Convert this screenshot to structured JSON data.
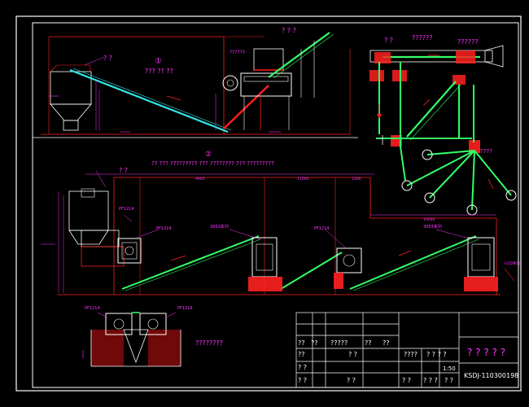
{
  "colors": {
    "background": "#000000",
    "frame": "#ffffff",
    "line_red": "#ff2020",
    "line_cyan": "#33e6e6",
    "line_green": "#33ff66",
    "text_magenta": "#ff33ff",
    "text_white": "#ffffff"
  },
  "top_plan": {
    "label_hopper": "? ?",
    "circle_num": "①",
    "caption": "??? ?? ??",
    "label_crusher": "??????",
    "label_feeder": "? ? ?"
  },
  "right_view": {
    "label_a": "? ?",
    "label_b": "??????",
    "label_c": "??????",
    "label_d": "????"
  },
  "middle_section": {
    "circle_num": "②",
    "caption": "?? ??? ????????? ??? ???????? ???  ?????????",
    "label_bin": "? ?",
    "dim_1": "9900",
    "dim_2": "11000",
    "dim_3": "2300",
    "dim_4": "10000",
    "eq_1": "PF1214",
    "eq_2": "PF1214",
    "eq_3": "PF1214",
    "eq_4": "3063系列",
    "eq_5": "3063系列",
    "eq_6": "GZD系列"
  },
  "bottom_detail": {
    "label_left": "PF1214",
    "label_right": "PF1214",
    "caption": "????????"
  },
  "title_block": {
    "big_title": "? ? ? ? ?",
    "drawing_no": "KSDJ-110300198",
    "scale": "1:50",
    "cells": [
      "??",
      "??",
      "?????",
      "??",
      "??",
      "??",
      "? ?",
      "????",
      "? ? ? ?",
      "? ?",
      "? ?",
      "? ?",
      "? ?",
      "? ? ?",
      "? ?"
    ]
  }
}
